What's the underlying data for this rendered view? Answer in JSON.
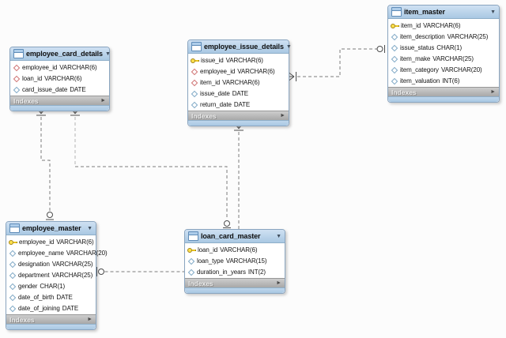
{
  "labels": {
    "indexes": "Indexes"
  },
  "icons": {
    "header_collapse": "▼",
    "indexes_expand": "►"
  },
  "colors": {
    "table_header_blue": "#b4cfe8",
    "indexes_bar_gray": "#b5b5b5",
    "primary_key_gold": "#ffe14d",
    "foreign_key_diamond_red": "#cf7272",
    "column_diamond_blue": "#7fa9c6",
    "relationship_line_gray": "#7b7b7b"
  },
  "tables": [
    {
      "name": "employee_card_details",
      "fields": [
        {
          "icon": "foreign-key-diamond",
          "name": "employee_id",
          "type": "VARCHAR(6)"
        },
        {
          "icon": "foreign-key-diamond",
          "name": "loan_id",
          "type": "VARCHAR(6)"
        },
        {
          "icon": "column-diamond",
          "name": "card_issue_date",
          "type": "DATE"
        }
      ]
    },
    {
      "name": "employee_issue_details",
      "fields": [
        {
          "icon": "primary-key",
          "name": "issue_id",
          "type": "VARCHAR(6)"
        },
        {
          "icon": "foreign-key-diamond",
          "name": "employee_id",
          "type": "VARCHAR(6)"
        },
        {
          "icon": "foreign-key-diamond",
          "name": "item_id",
          "type": "VARCHAR(6)"
        },
        {
          "icon": "column-diamond",
          "name": "issue_date",
          "type": "DATE"
        },
        {
          "icon": "column-diamond",
          "name": "return_date",
          "type": "DATE"
        }
      ]
    },
    {
      "name": "item_master",
      "fields": [
        {
          "icon": "primary-key",
          "name": "item_id",
          "type": "VARCHAR(6)"
        },
        {
          "icon": "column-diamond",
          "name": "item_description",
          "type": "VARCHAR(25)"
        },
        {
          "icon": "column-diamond",
          "name": "issue_status",
          "type": "CHAR(1)"
        },
        {
          "icon": "column-diamond",
          "name": "item_make",
          "type": "VARCHAR(25)"
        },
        {
          "icon": "column-diamond",
          "name": "item_category",
          "type": "VARCHAR(20)"
        },
        {
          "icon": "column-diamond",
          "name": "item_valuation",
          "type": "INT(6)"
        }
      ]
    },
    {
      "name": "employee_master",
      "fields": [
        {
          "icon": "primary-key",
          "name": "employee_id",
          "type": "VARCHAR(6)"
        },
        {
          "icon": "column-diamond",
          "name": "employee_name",
          "type": "VARCHAR(20)"
        },
        {
          "icon": "column-diamond",
          "name": "designation",
          "type": "VARCHAR(25)"
        },
        {
          "icon": "column-diamond",
          "name": "department",
          "type": "VARCHAR(25)"
        },
        {
          "icon": "column-diamond",
          "name": "gender",
          "type": "CHAR(1)"
        },
        {
          "icon": "column-diamond",
          "name": "date_of_birth",
          "type": "DATE"
        },
        {
          "icon": "column-diamond",
          "name": "date_of_joining",
          "type": "DATE"
        }
      ]
    },
    {
      "name": "loan_card_master",
      "fields": [
        {
          "icon": "primary-key",
          "name": "loan_id",
          "type": "VARCHAR(6)"
        },
        {
          "icon": "column-diamond",
          "name": "loan_type",
          "type": "VARCHAR(15)"
        },
        {
          "icon": "column-diamond",
          "name": "duration_in_years",
          "type": "INT(2)"
        }
      ]
    }
  ],
  "relationships": [
    {
      "from": "employee_card_details",
      "from_marker": "crow-foot-bar",
      "to": "employee_master",
      "to_marker": "circle-bar",
      "style": "dashed"
    },
    {
      "from": "employee_card_details",
      "from_marker": "crow-foot-bar",
      "to": "loan_card_master",
      "to_marker": "circle-bar",
      "style": "dashed"
    },
    {
      "from": "employee_issue_details",
      "from_marker": "crow-foot-bar",
      "to": "loan_card_master",
      "to_marker": "none",
      "style": "dashed"
    },
    {
      "from": "employee_issue_details",
      "from_marker": "crow-foot-bar",
      "to": "item_master",
      "to_marker": "circle-bar",
      "style": "dashed"
    },
    {
      "from": "employee_master",
      "from_marker": "bar-circle",
      "to": "loan_card_master",
      "to_marker": "none",
      "style": "dashed"
    }
  ]
}
